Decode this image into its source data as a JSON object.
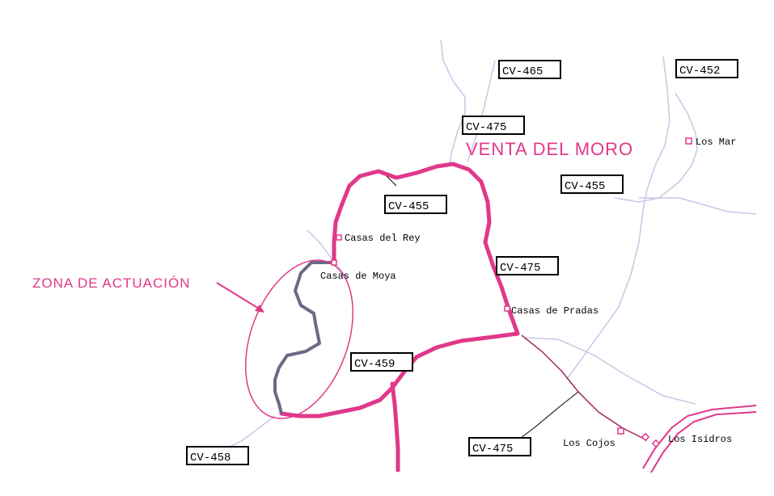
{
  "colors": {
    "route": "#e0388a",
    "action_zone_path": "#6b6b86",
    "minor_road": "#c9c6e6",
    "road_dark": "#a02a5a",
    "text": "#000000"
  },
  "map": {
    "town_label": "VENTA DEL MORO",
    "zone_label": "ZONA DE ACTUACIÓN",
    "road_labels": [
      "CV-465",
      "CV-452",
      "CV-475",
      "CV-455",
      "CV-455",
      "CV-475",
      "CV-459",
      "CV-475",
      "CV-458"
    ],
    "places": [
      "Casas del Rey",
      "Casas de Moya",
      "Casas de Pradas",
      "Los Mar",
      "Los Cojos",
      "Los Isidros"
    ]
  }
}
